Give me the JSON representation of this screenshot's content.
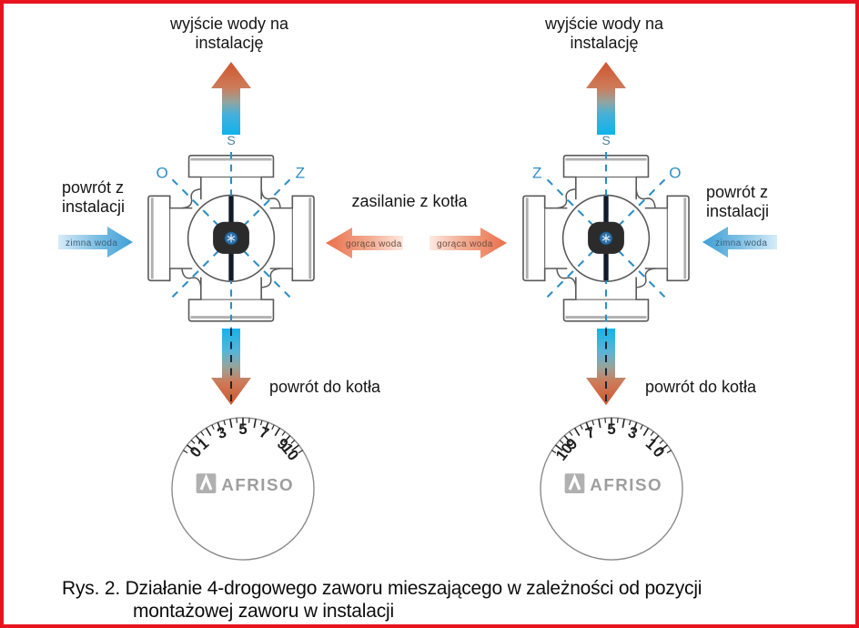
{
  "caption": {
    "line1": "Rys. 2. Działanie 4-drogowego zaworu mieszającego w zależności od pozycji",
    "line2": "montażowej zaworu w instalacji"
  },
  "middle": {
    "supply_label": "zasilanie z kotła",
    "hot_water_left": "gorąca woda",
    "hot_water_right": "gorąca woda"
  },
  "left": {
    "outlet_label": "wyjście wody na instalację",
    "return_from_label": "powrót z instalacji",
    "cold_water": "zimna woda",
    "return_to_label": "powrót do kotła",
    "axis_top": "S",
    "corner_left": "O",
    "corner_right": "Z",
    "dial_numbers": [
      "0",
      "1",
      "3",
      "5",
      "7",
      "9",
      "10"
    ],
    "brand": "AFRISO"
  },
  "right": {
    "outlet_label": "wyjście wody na instalację",
    "return_from_label": "powrót z instalacji",
    "cold_water": "zimna woda",
    "return_to_label": "powrót do kotła",
    "axis_top": "S",
    "corner_left": "Z",
    "corner_right": "O",
    "dial_numbers": [
      "10",
      "9",
      "7",
      "5",
      "3",
      "1",
      "0"
    ],
    "brand": "AFRISO"
  },
  "colors": {
    "border": "#e8131f",
    "dash_blue": "#2d8fc6",
    "hot": "#e96f4a",
    "cold": "#3f9fd7",
    "mix_top": "#d0552e",
    "mix_bottom": "#0fb2ec"
  }
}
